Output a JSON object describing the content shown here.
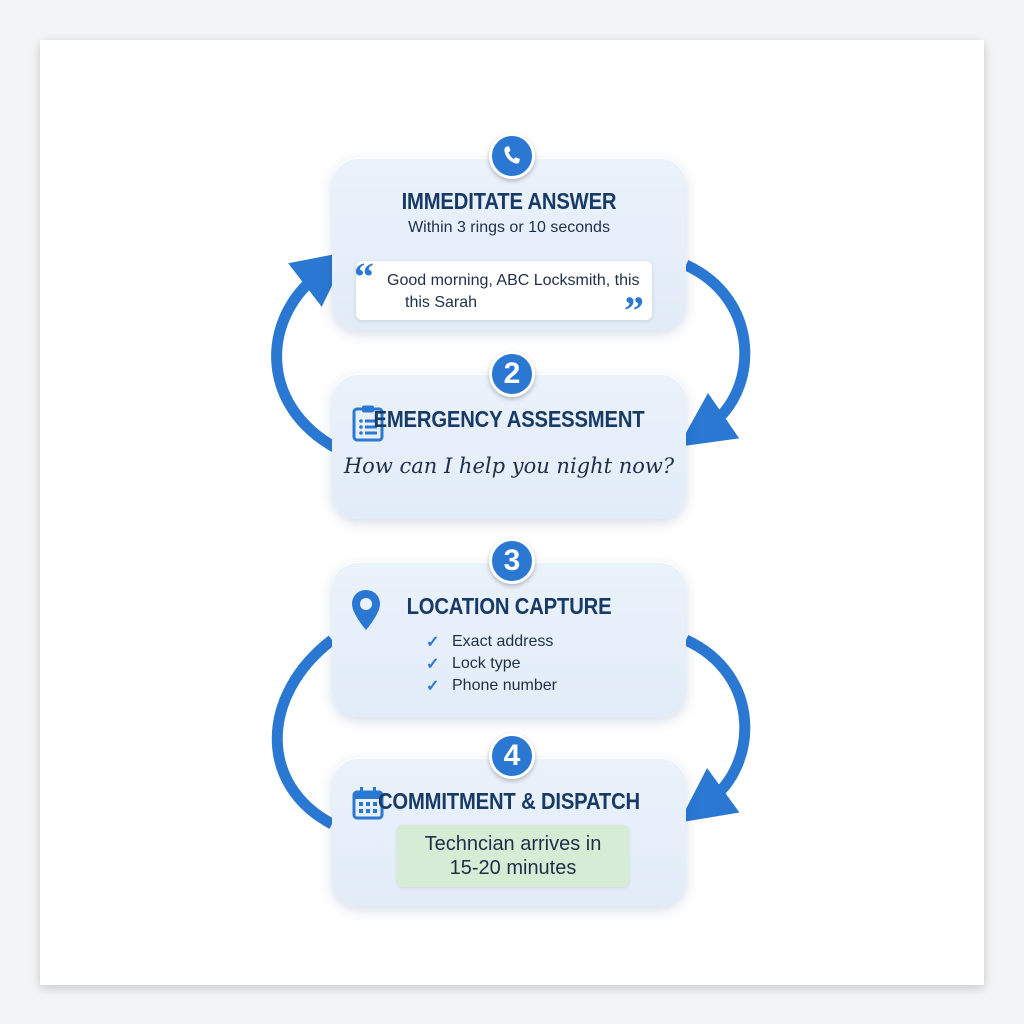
{
  "steps": [
    {
      "badge": "",
      "icon": "phone-icon",
      "title": "IMMEDITATE ANSWER",
      "subtitle": "Within 3 rings or 10 seconds",
      "quote_line1": "Good morning, ABC Locksmith, this",
      "quote_line2": "this Sarah"
    },
    {
      "badge": "2",
      "icon": "clipboard-icon",
      "title": "EMERGENCY ASSESSMENT",
      "script_text": "How can I help you night now?"
    },
    {
      "badge": "3",
      "icon": "location-pin-icon",
      "title": "LOCATION CAPTURE",
      "checklist": [
        "Exact address",
        "Lock type",
        "Phone number"
      ]
    },
    {
      "badge": "4",
      "icon": "calendar-icon",
      "title": "COMMITMENT & DISPATCH",
      "callout_line1": "Techncian arrives in",
      "callout_line2": "15-20 minutes"
    }
  ],
  "colors": {
    "accent": "#2a78d2",
    "title": "#173a66",
    "card": "#e6eff9",
    "callout": "#d7ecd5"
  }
}
